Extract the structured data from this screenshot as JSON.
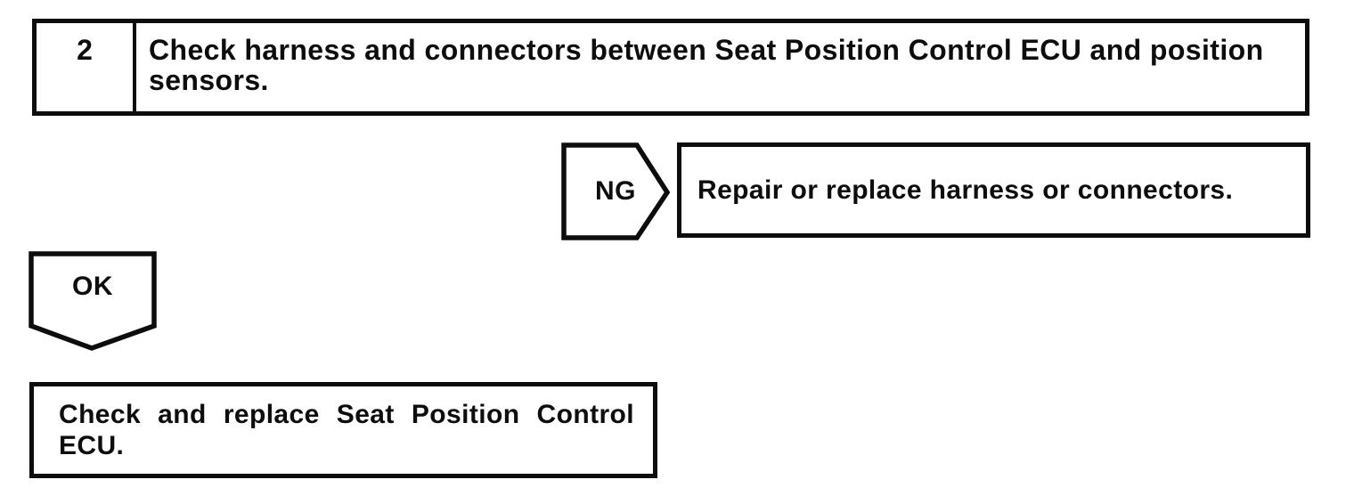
{
  "page": {
    "background": "#ffffff",
    "ink": "#0d0d0d"
  },
  "flowchart": {
    "step": {
      "number": "2",
      "instruction": "Check harness and connectors between Seat Position Control ECU and position sensors."
    },
    "ng": {
      "label": "NG",
      "action": "Repair or replace harness or connectors."
    },
    "ok": {
      "label": "OK",
      "action": "Check and replace Seat Position Control ECU."
    }
  }
}
